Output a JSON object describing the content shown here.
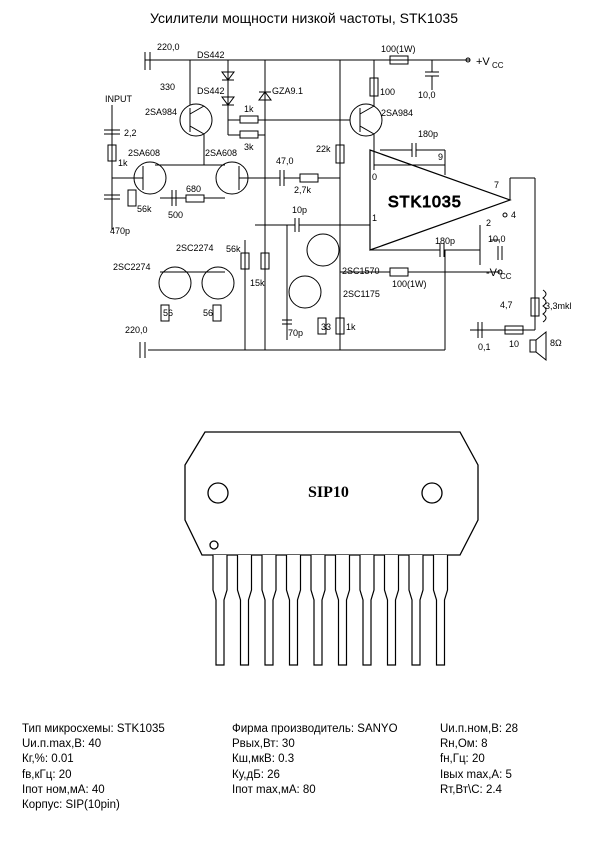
{
  "title": "Усилители мощности низкой частоты, STK1035",
  "schematic": {
    "chip": "STK1035",
    "input_label": "INPUT",
    "vcc_pos": "+V",
    "vcc_neg": "-V",
    "vcc_sub": "CC",
    "pins": [
      "9",
      "7",
      "4",
      "2",
      "1",
      "0"
    ],
    "parts": {
      "c_top": "220,0",
      "d1": "DS442",
      "d2": "DS442",
      "r330": "330",
      "zener": "GZA9.1",
      "r100w": "100(1W)",
      "r100": "100",
      "c10a": "10,0",
      "q_2sa984a": "2SA984",
      "q_2sa984b": "2SA984",
      "r1k_a": "1k",
      "r3k": "3k",
      "c180a": "180p",
      "r22k": "22k",
      "c2_2": "2,2",
      "r1k_in": "1k",
      "q_2sa608a": "2SA608",
      "q_2sa608b": "2SA608",
      "c47": "47,0",
      "r2_7k": "2,7k",
      "r680": "680",
      "r500": "500",
      "r56k_a": "56k",
      "c470p": "470p",
      "c10p": "10p",
      "c180b": "180p",
      "c10b": "10,0",
      "q_2sc2274a": "2SC2274",
      "q_2sc2274b": "2SC2274",
      "r56k_b": "56k",
      "r15k": "15k",
      "q_2sc1570": "2SC1570",
      "q_2sc1175": "2SC1175",
      "r100w_b": "100(1W)",
      "r4_7": "4,7",
      "l3_3": "3,3mkl",
      "r56a": "56",
      "r56b": "56",
      "c70p": "70p",
      "r33": "33",
      "r1k_b": "1k",
      "c220b": "220,0",
      "c0_1": "0,1",
      "r10": "10",
      "spk": "8Ω"
    }
  },
  "package": {
    "label": "SIP10",
    "pin_count": 10
  },
  "specs": {
    "col1": [
      "Тип микросхемы: STK1035",
      "Uи.п.max,B: 40",
      "Кг,%: 0.01",
      "fв,кГц: 20",
      "Iпот ном,мА: 40",
      "Корпус: SIP(10pin)"
    ],
    "col2": [
      "Фирма производитель: SANYO",
      "Pвых,Вт: 30",
      "Кш,мкВ: 0.3",
      "Ку,дБ: 26",
      "Iпот max,мА: 80"
    ],
    "col3": [
      "Uи.п.ном,B: 28",
      "Rн,Ом: 8",
      "fн,Гц: 20",
      "Iвых max,A: 5",
      "Rт,Вт\\С: 2.4"
    ]
  }
}
